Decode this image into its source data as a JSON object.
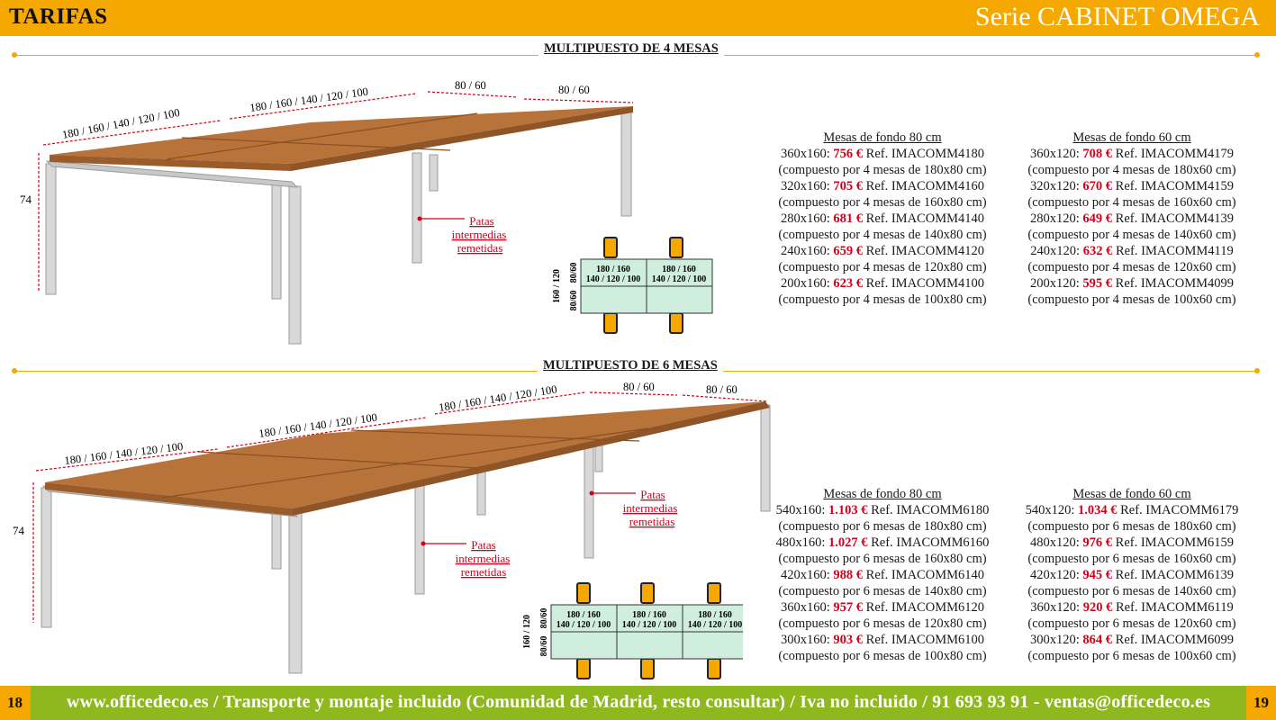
{
  "header": {
    "left": "TARIFAS",
    "right": "Serie CABINET OMEGA"
  },
  "section4": {
    "title": "MULTIPUESTO DE 4 MESAS",
    "dims": {
      "side": "180 / 160 / 140 / 120 / 100",
      "side2": "180 / 160 / 140 / 120 / 100",
      "depth1": "80 / 60",
      "depth2": "80 / 60",
      "height": "74"
    },
    "patas": [
      "Patas",
      "intermedias",
      "remetidas"
    ],
    "plan": {
      "cell_line1": "180 / 160",
      "cell_line2": "140 / 120 / 100",
      "side_outer": "160 / 120",
      "side_top": "80/60",
      "side_bottom": "80/60"
    },
    "col80": {
      "heading": "Mesas de fondo 80 cm",
      "rows": [
        {
          "size": "360x160:",
          "price": "756 €",
          "ref": "Ref. IMACOMM4180",
          "note": "(compuesto por 4 mesas de 180x80 cm)"
        },
        {
          "size": "320x160:",
          "price": "705 €",
          "ref": "Ref. IMACOMM4160",
          "note": "(compuesto por 4 mesas de 160x80 cm)"
        },
        {
          "size": "280x160:",
          "price": "681 €",
          "ref": "Ref. IMACOMM4140",
          "note": "(compuesto por 4 mesas de 140x80 cm)"
        },
        {
          "size": "240x160:",
          "price": "659 €",
          "ref": "Ref. IMACOMM4120",
          "note": "(compuesto por 4 mesas de 120x80 cm)"
        },
        {
          "size": "200x160:",
          "price": "623 €",
          "ref": "Ref. IMACOMM4100",
          "note": "(compuesto por 4 mesas de 100x80 cm)"
        }
      ]
    },
    "col60": {
      "heading": "Mesas de fondo 60 cm",
      "rows": [
        {
          "size": "360x120:",
          "price": "708 €",
          "ref": "Ref. IMACOMM4179",
          "note": "(compuesto por 4 mesas de 180x60 cm)"
        },
        {
          "size": "320x120:",
          "price": "670 €",
          "ref": "Ref. IMACOMM4159",
          "note": "(compuesto por 4 mesas de 160x60 cm)"
        },
        {
          "size": "280x120:",
          "price": "649 €",
          "ref": "Ref. IMACOMM4139",
          "note": "(compuesto por 4 mesas de 140x60 cm)"
        },
        {
          "size": "240x120:",
          "price": "632 €",
          "ref": "Ref. IMACOMM4119",
          "note": "(compuesto por 4 mesas de 120x60 cm)"
        },
        {
          "size": "200x120:",
          "price": "595 €",
          "ref": "Ref. IMACOMM4099",
          "note": "(compuesto por 4 mesas de 100x60 cm)"
        }
      ]
    }
  },
  "section6": {
    "title": "MULTIPUESTO DE 6 MESAS",
    "dims": {
      "side": "180 / 160 / 140 / 120 / 100",
      "side2": "180 / 160 / 140 / 120 / 100",
      "side3": "180 / 160 / 140 / 120 / 100",
      "depth1": "80 / 60",
      "depth2": "80 / 60",
      "height": "74"
    },
    "patas": [
      "Patas",
      "intermedias",
      "remetidas"
    ],
    "plan": {
      "cell_line1": "180 / 160",
      "cell_line2": "140 / 120 / 100",
      "side_outer": "160 / 120",
      "side_top": "80/60",
      "side_bottom": "80/60"
    },
    "col80": {
      "heading": "Mesas de fondo 80 cm",
      "rows": [
        {
          "size": "540x160:",
          "price": "1.103 €",
          "ref": "Ref. IMACOMM6180",
          "note": "(compuesto por 6 mesas de 180x80 cm)"
        },
        {
          "size": "480x160:",
          "price": "1.027 €",
          "ref": "Ref. IMACOMM6160",
          "note": "(compuesto por 6 mesas de 160x80 cm)"
        },
        {
          "size": "420x160:",
          "price": "988 €",
          "ref": "Ref. IMACOMM6140",
          "note": "(compuesto por 6 mesas de 140x80 cm)"
        },
        {
          "size": "360x160:",
          "price": "957 €",
          "ref": "Ref. IMACOMM6120",
          "note": "(compuesto por 6 mesas de 120x80 cm)"
        },
        {
          "size": "300x160:",
          "price": "903 €",
          "ref": "Ref. IMACOMM6100",
          "note": "(compuesto por 6 mesas de 100x80 cm)"
        }
      ]
    },
    "col60": {
      "heading": "Mesas de fondo 60 cm",
      "rows": [
        {
          "size": "540x120:",
          "price": "1.034 €",
          "ref": "Ref. IMACOMM6179",
          "note": "(compuesto por 6 mesas de 180x60 cm)"
        },
        {
          "size": "480x120:",
          "price": "976 €",
          "ref": "Ref. IMACOMM6159",
          "note": "(compuesto por 6 mesas de 160x60 cm)"
        },
        {
          "size": "420x120:",
          "price": "945 €",
          "ref": "Ref. IMACOMM6139",
          "note": "(compuesto por 6 mesas de 140x60 cm)"
        },
        {
          "size": "360x120:",
          "price": "920 €",
          "ref": "Ref. IMACOMM6119",
          "note": "(compuesto por 6 mesas de 120x60 cm)"
        },
        {
          "size": "300x120:",
          "price": "864 €",
          "ref": "Ref. IMACOMM6099",
          "note": "(compuesto por 6 mesas de 100x60 cm)"
        }
      ]
    }
  },
  "footer": {
    "page_left": "18",
    "page_right": "19",
    "text": "www.officedeco.es / Transporte y montaje incluido (Comunidad de Madrid, resto consultar) / Iva no incluido / 91 693 93 91 - ventas@officedeco.es"
  },
  "colors": {
    "orange": "#f5a800",
    "green": "#8fb81f",
    "price_red": "#d0021b",
    "wood": "#b06d33",
    "plan_fill": "#cfeedd"
  }
}
